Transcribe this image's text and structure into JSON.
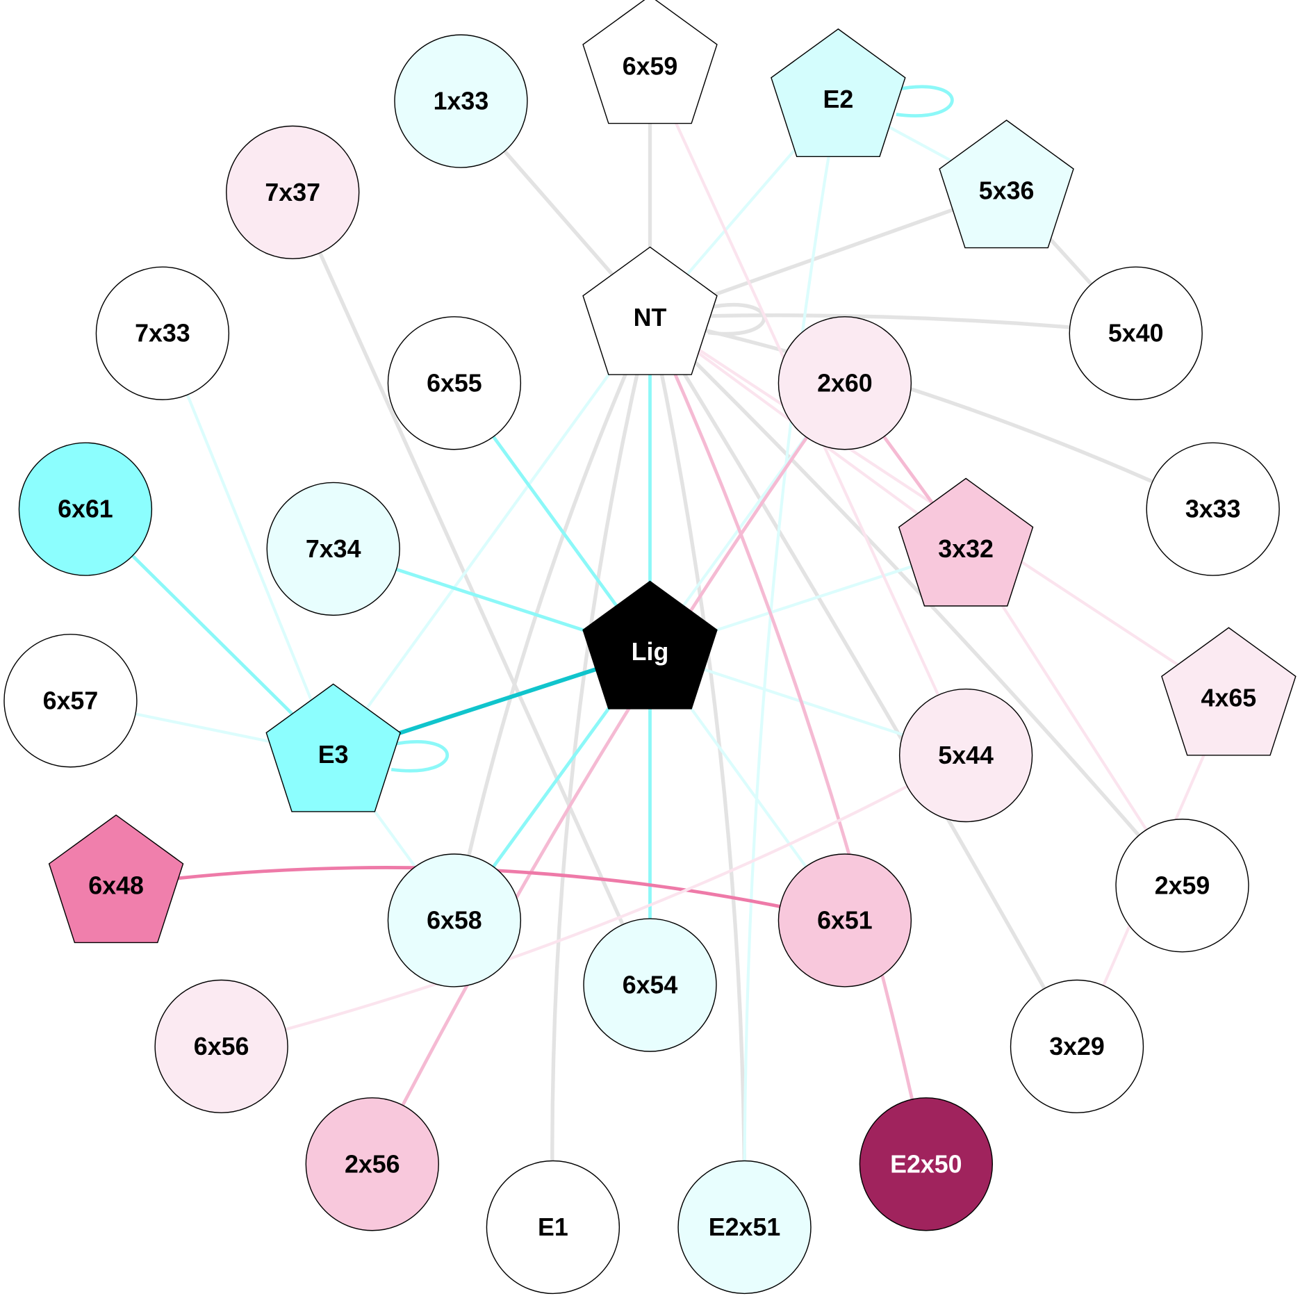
{
  "colors": {
    "white": "#ffffff",
    "light_cyan": "#e8fefe",
    "mid_cyan": "#d4fdfd",
    "cyan": "#8cfefe",
    "light_pink": "#fbeaf2",
    "pink": "#f8c8dc",
    "hot_pink": "#f07fac",
    "dark_magenta": "#a0235d",
    "black": "#000000",
    "edge_gray": "#e3e3e3",
    "edge_light_cyan": "#dcfdfd",
    "edge_cyan": "#8cf8f8",
    "edge_teal": "#10c4cc",
    "edge_light_pink": "#fbe4ee",
    "edge_pink": "#f5bad3",
    "edge_hot_pink": "#ee7aa8"
  },
  "nodes": [
    {
      "id": "6x59",
      "label": "6x59",
      "shape": "pentagon",
      "fill": "white"
    },
    {
      "id": "1x33",
      "label": "1x33",
      "shape": "circle",
      "fill": "light_cyan"
    },
    {
      "id": "E2",
      "label": "E2",
      "shape": "pentagon",
      "fill": "mid_cyan"
    },
    {
      "id": "7x37",
      "label": "7x37",
      "shape": "circle",
      "fill": "light_pink"
    },
    {
      "id": "5x36",
      "label": "5x36",
      "shape": "pentagon",
      "fill": "light_cyan"
    },
    {
      "id": "NT",
      "label": "NT",
      "shape": "pentagon",
      "fill": "white"
    },
    {
      "id": "7x33",
      "label": "7x33",
      "shape": "circle",
      "fill": "white"
    },
    {
      "id": "5x40",
      "label": "5x40",
      "shape": "circle",
      "fill": "white"
    },
    {
      "id": "6x55",
      "label": "6x55",
      "shape": "circle",
      "fill": "white"
    },
    {
      "id": "2x60",
      "label": "2x60",
      "shape": "circle",
      "fill": "light_pink"
    },
    {
      "id": "6x61",
      "label": "6x61",
      "shape": "circle",
      "fill": "cyan"
    },
    {
      "id": "3x33",
      "label": "3x33",
      "shape": "circle",
      "fill": "white"
    },
    {
      "id": "7x34",
      "label": "7x34",
      "shape": "circle",
      "fill": "light_cyan"
    },
    {
      "id": "3x32",
      "label": "3x32",
      "shape": "pentagon",
      "fill": "pink"
    },
    {
      "id": "Lig",
      "label": "Lig",
      "shape": "pentagon",
      "fill": "black"
    },
    {
      "id": "6x57",
      "label": "6x57",
      "shape": "circle",
      "fill": "white"
    },
    {
      "id": "4x65",
      "label": "4x65",
      "shape": "pentagon",
      "fill": "light_pink"
    },
    {
      "id": "E3",
      "label": "E3",
      "shape": "pentagon",
      "fill": "cyan"
    },
    {
      "id": "5x44",
      "label": "5x44",
      "shape": "circle",
      "fill": "light_pink"
    },
    {
      "id": "6x48",
      "label": "6x48",
      "shape": "pentagon",
      "fill": "hot_pink"
    },
    {
      "id": "2x59",
      "label": "2x59",
      "shape": "circle",
      "fill": "white"
    },
    {
      "id": "6x58",
      "label": "6x58",
      "shape": "circle",
      "fill": "light_cyan"
    },
    {
      "id": "6x51",
      "label": "6x51",
      "shape": "circle",
      "fill": "pink"
    },
    {
      "id": "6x54",
      "label": "6x54",
      "shape": "circle",
      "fill": "light_cyan"
    },
    {
      "id": "6x56",
      "label": "6x56",
      "shape": "circle",
      "fill": "light_pink"
    },
    {
      "id": "3x29",
      "label": "3x29",
      "shape": "circle",
      "fill": "white"
    },
    {
      "id": "2x56",
      "label": "2x56",
      "shape": "circle",
      "fill": "pink"
    },
    {
      "id": "E2x50",
      "label": "E2x50",
      "shape": "circle",
      "fill": "dark_magenta"
    },
    {
      "id": "E1",
      "label": "E1",
      "shape": "circle",
      "fill": "white"
    },
    {
      "id": "E2x51",
      "label": "E2x51",
      "shape": "circle",
      "fill": "light_cyan"
    }
  ],
  "edges": [
    {
      "from": "1x33",
      "to": "NT",
      "color": "edge_gray"
    },
    {
      "from": "6x59",
      "to": "NT",
      "color": "edge_gray"
    },
    {
      "from": "NT",
      "to": "5x36",
      "color": "edge_gray"
    },
    {
      "from": "5x36",
      "to": "5x40",
      "color": "edge_gray"
    },
    {
      "from": "NT",
      "to": "5x40",
      "color": "edge_gray"
    },
    {
      "from": "NT",
      "to": "NT",
      "color": "edge_gray"
    },
    {
      "from": "7x37",
      "to": "6x54",
      "color": "edge_gray"
    },
    {
      "from": "NT",
      "to": "6x58",
      "color": "edge_gray"
    },
    {
      "from": "NT",
      "to": "E1",
      "color": "edge_gray"
    },
    {
      "from": "NT",
      "to": "E2x51",
      "color": "edge_gray"
    },
    {
      "from": "NT",
      "to": "3x29",
      "color": "edge_gray"
    },
    {
      "from": "NT",
      "to": "2x59",
      "color": "edge_gray"
    },
    {
      "from": "NT",
      "to": "3x33",
      "color": "edge_gray"
    },
    {
      "from": "E2",
      "to": "E2",
      "color": "edge_cyan"
    },
    {
      "from": "E2",
      "to": "5x36",
      "color": "edge_light_cyan"
    },
    {
      "from": "E2",
      "to": "NT",
      "color": "edge_light_cyan"
    },
    {
      "from": "E2",
      "to": "E2x51",
      "color": "edge_light_cyan"
    },
    {
      "from": "NT",
      "to": "E3",
      "color": "edge_light_cyan"
    },
    {
      "from": "7x33",
      "to": "E3",
      "color": "edge_light_cyan"
    },
    {
      "from": "6x57",
      "to": "E3",
      "color": "edge_light_cyan"
    },
    {
      "from": "E3",
      "to": "6x58",
      "color": "edge_light_cyan"
    },
    {
      "from": "6x55",
      "to": "Lig",
      "color": "edge_cyan"
    },
    {
      "from": "7x34",
      "to": "Lig",
      "color": "edge_cyan"
    },
    {
      "from": "6x61",
      "to": "E3",
      "color": "edge_cyan"
    },
    {
      "from": "E3",
      "to": "E3",
      "color": "edge_cyan"
    },
    {
      "from": "E3",
      "to": "Lig",
      "color": "edge_teal"
    },
    {
      "from": "Lig",
      "to": "6x58",
      "color": "edge_cyan"
    },
    {
      "from": "Lig",
      "to": "6x54",
      "color": "edge_cyan"
    },
    {
      "from": "NT",
      "to": "Lig",
      "color": "edge_cyan"
    },
    {
      "from": "Lig",
      "to": "2x60",
      "color": "edge_light_cyan"
    },
    {
      "from": "Lig",
      "to": "3x32",
      "color": "edge_light_cyan"
    },
    {
      "from": "Lig",
      "to": "5x44",
      "color": "edge_light_cyan"
    },
    {
      "from": "Lig",
      "to": "6x51",
      "color": "edge_light_cyan"
    },
    {
      "from": "NT",
      "to": "E2x50",
      "color": "edge_pink"
    },
    {
      "from": "NT",
      "to": "3x32",
      "color": "edge_light_pink"
    },
    {
      "from": "NT",
      "to": "4x65",
      "color": "edge_light_pink"
    },
    {
      "from": "2x60",
      "to": "3x32",
      "color": "edge_pink"
    },
    {
      "from": "2x60",
      "to": "2x56",
      "color": "edge_pink"
    },
    {
      "from": "6x48",
      "to": "6x51",
      "color": "edge_hot_pink"
    },
    {
      "from": "6x59",
      "to": "5x44",
      "color": "edge_light_pink"
    },
    {
      "from": "3x32",
      "to": "2x59",
      "color": "edge_light_pink"
    },
    {
      "from": "4x65",
      "to": "3x29",
      "color": "edge_light_pink"
    },
    {
      "from": "5x44",
      "to": "6x56",
      "color": "edge_light_pink"
    }
  ]
}
